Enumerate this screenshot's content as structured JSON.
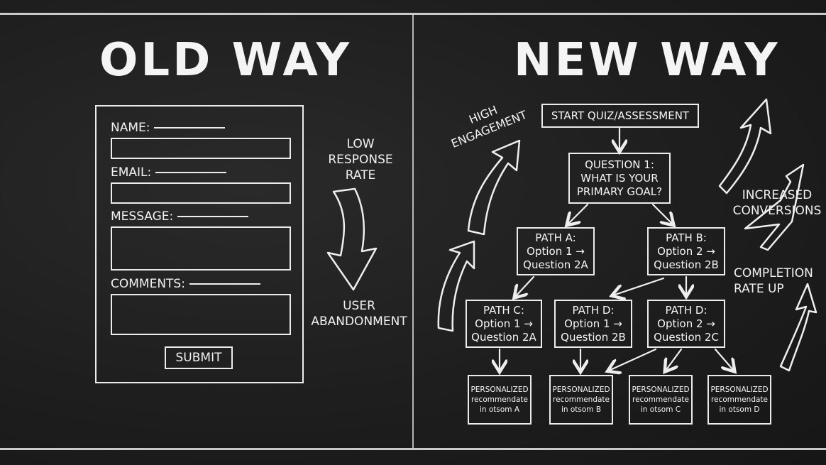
{
  "old": {
    "title": "OLD WAY",
    "fields": [
      {
        "label": "NAME:"
      },
      {
        "label": "EMAIL:"
      },
      {
        "label": "MESSAGE:"
      },
      {
        "label": "COMMENTS:"
      }
    ],
    "submit_label": "SUBMIT",
    "note_top": [
      "LOW",
      "RESPONSE",
      "RATE"
    ],
    "note_bottom": [
      "USER",
      "ABANDONMENT"
    ]
  },
  "new": {
    "title": "NEW WAY",
    "start": "START QUIZ/ASSESSMENT",
    "question": [
      "QUESTION 1:",
      "WHAT IS YOUR",
      "PRIMARY GOAL?"
    ],
    "path_a": [
      "PATH A:",
      "Option 1 →",
      "Question 2A"
    ],
    "path_b": [
      "PATH B:",
      "Option 2 →",
      "Question 2B"
    ],
    "path_c": [
      "PATH C:",
      "Option 1 →",
      "Question 2A"
    ],
    "path_d1": [
      "PATH D:",
      "Option 1 →",
      "Question 2B"
    ],
    "path_d2": [
      "PATH D:",
      "Option 2 →",
      "Question 2C"
    ],
    "results": [
      [
        "PERSONALIZED",
        "recommendate",
        "in otsom A"
      ],
      [
        "PERSONALIZED",
        "recommendate",
        "in otsom B"
      ],
      [
        "PERSONALIZED",
        "recommendate",
        "in otsom C"
      ],
      [
        "PERSONALIZED",
        "recommendate",
        "in otsom D"
      ]
    ],
    "note_engagement": [
      "HIGH",
      "ENGAGEMENT"
    ],
    "note_conversions": [
      "INCREASED",
      "CONVERSIONS"
    ],
    "note_completion": [
      "COMPLETION",
      "RATE UP"
    ]
  }
}
